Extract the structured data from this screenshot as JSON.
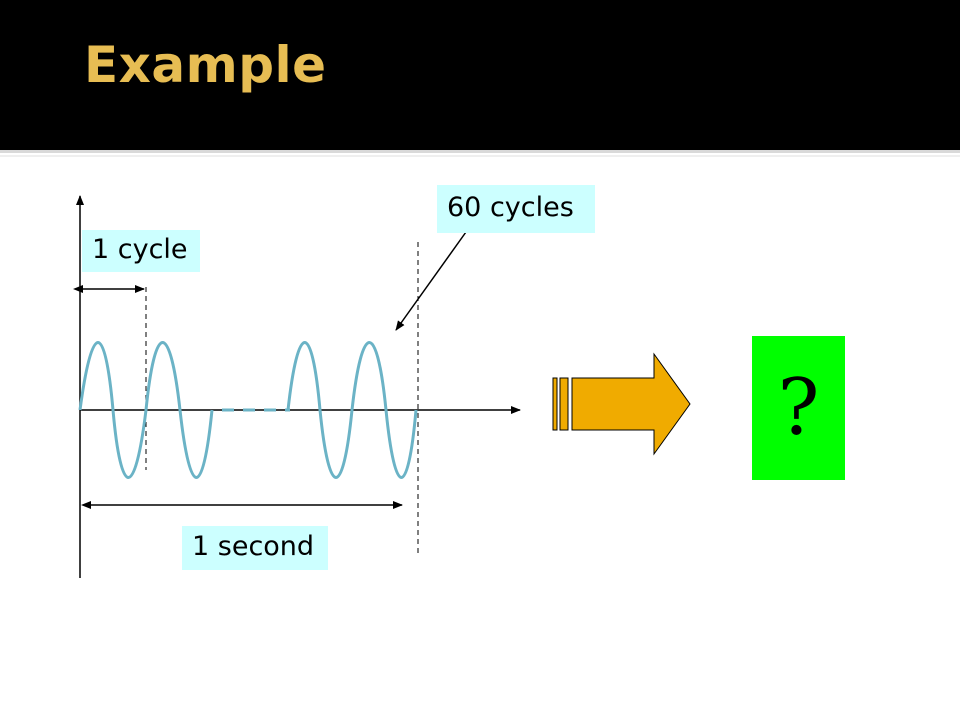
{
  "slide": {
    "title": "Example"
  },
  "labels": {
    "one_cycle": "1 cycle",
    "sixty_cycles": "60 cycles",
    "one_second": "1 second"
  },
  "answer_box": {
    "text": "?"
  },
  "colors": {
    "title_bg": "#000000",
    "title_text": "#e7bd53",
    "label_bg": "#ccffff",
    "wave": "#6bb3c6",
    "arrow_fill": "#f0ab00",
    "answer_bg": "#00ff00"
  }
}
